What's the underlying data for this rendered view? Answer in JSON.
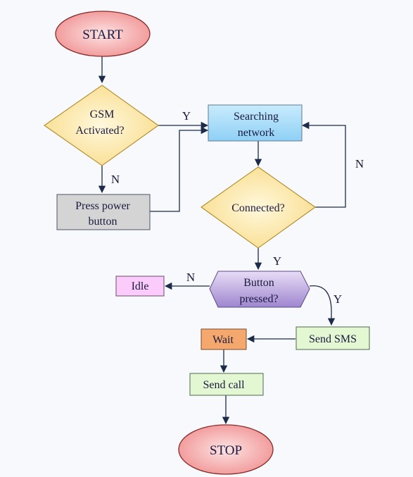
{
  "nodes": {
    "start": "START",
    "gsm_line1": "GSM",
    "gsm_line2": "Activated?",
    "searching_line1": "Searching",
    "searching_line2": "network",
    "press_line1": "Press power",
    "press_line2": "button",
    "connected": "Connected?",
    "button_line1": "Button",
    "button_line2": "pressed?",
    "idle": "Idle",
    "send_sms": "Send SMS",
    "wait": "Wait",
    "send_call": "Send call",
    "stop": "STOP"
  },
  "edge_labels": {
    "gsm_yes": "Y",
    "gsm_no": "N",
    "connected_no": "N",
    "connected_yes": "Y",
    "button_no": "N",
    "button_yes": "Y"
  },
  "colors": {
    "terminal_fill": "#f7a5a5",
    "decision_fill": "#fde9a8",
    "process_blue": "#a8dcf8",
    "process_gray": "#d3d3d3",
    "idle_fill": "#fbcbfb",
    "send_fill": "#e2f7d0",
    "wait_fill": "#f5a76b",
    "hexagon_fill": "#b9a6de"
  }
}
